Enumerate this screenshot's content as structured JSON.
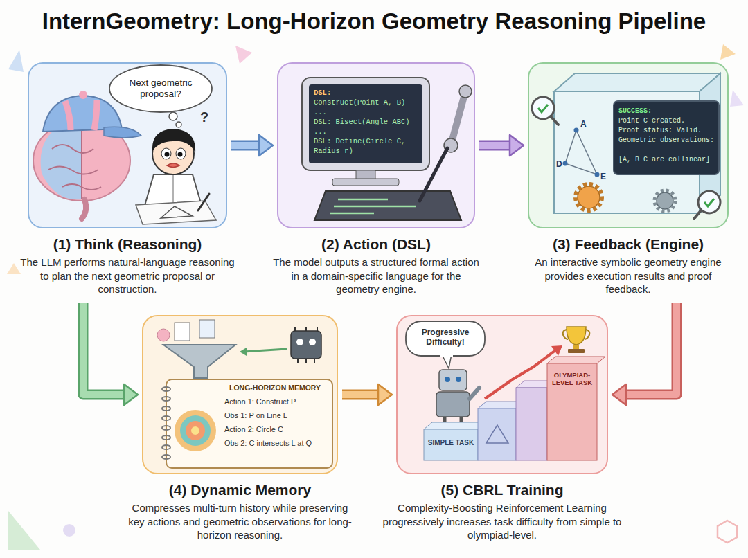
{
  "diagram": {
    "title": "InternGeometry: Long-Horizon Geometry Reasoning Pipeline",
    "nodes": [
      {
        "text": [
          "(1) Think (Reasoning)",
          "The LLM performs natural-language reasoning to plan the next geometric proposal or construction."
        ]
      },
      {
        "text": [
          "(2) Action (DSL)",
          "The model outputs a structured formal action in a domain-specific language for the geometry engine."
        ]
      },
      {
        "text": [
          "(3) Feedback (Engine)",
          "An interactive symbolic geometry engine provides execution results and proof feedback."
        ]
      },
      {
        "text": [
          "(4) Dynamic Memory",
          "Compresses multi-turn history while preserving key actions and geometric observations for long-horizon reasoning."
        ]
      },
      {
        "text": [
          "(5) CBRL Training",
          "Complexity-Boosting Reinforcement Learning progressively increases task difficulty from simple to olympiad-level."
        ]
      }
    ],
    "edges": [
      {
        "from": 0,
        "to": 1,
        "arrow": "to"
      },
      {
        "from": 1,
        "to": 2,
        "arrow": "to"
      },
      {
        "from": 0,
        "to": 3,
        "arrow": "to"
      },
      {
        "from": 3,
        "to": 4,
        "arrow": "to"
      },
      {
        "from": 2,
        "to": 4,
        "arrow": "to"
      }
    ],
    "labels": [
      "Next geometric proposal?",
      "?",
      "DSL:",
      "Construct(Point A, B)",
      "...",
      "DSL: Bisect(Angle ABC)",
      "...",
      "DSL: Define(Circle C, Radius r)",
      "SUCCESS:",
      "Point C created.",
      "Proof status: Valid.",
      "Geometric observations:",
      "[A, B C are collinear]",
      "A",
      "D",
      "E",
      "LONG-HORIZON MEMORY",
      "Action 1: Construct P",
      "Obs 1: P on Line L",
      "Action 2: Circle C",
      "Obs 2: C intersects L at Q",
      "Progressive Difficulty!",
      "SIMPLE TASK",
      "OLYMPIAD-LEVEL TASK"
    ]
  }
}
